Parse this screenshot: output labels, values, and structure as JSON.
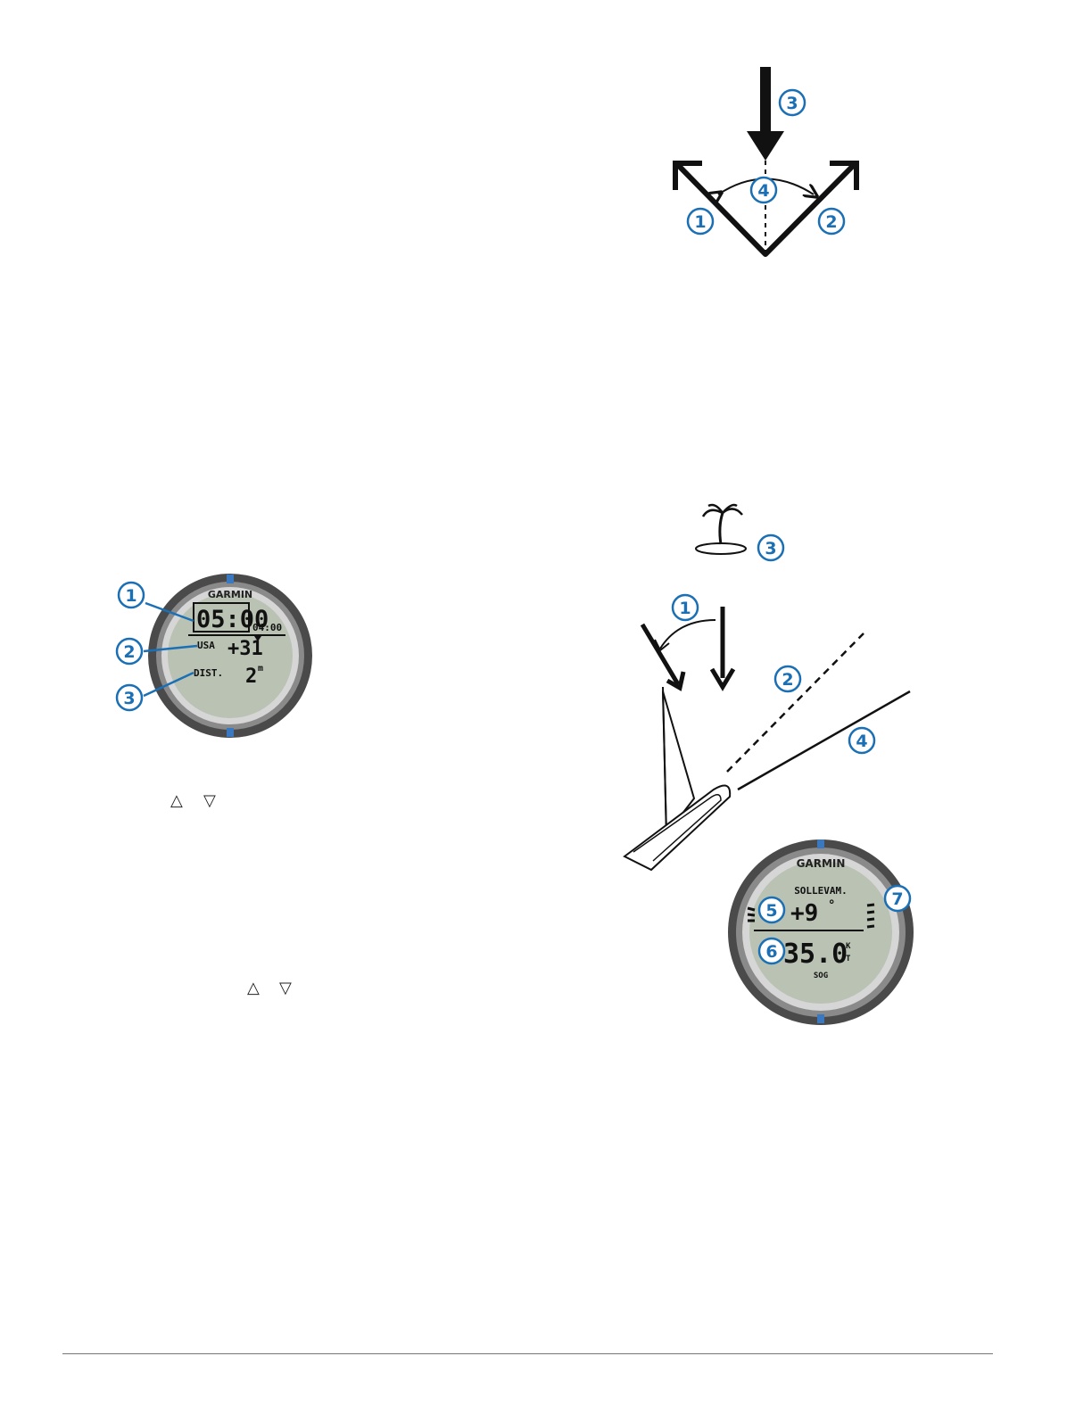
{
  "tack_diagram": {
    "callouts": [
      "1",
      "2",
      "3",
      "4"
    ]
  },
  "watch_main": {
    "brand": "GARMIN",
    "time_big": "05:00",
    "time_small": "04:00",
    "region": "USA",
    "offset": "+31",
    "dist_label": "DIST.",
    "dist_value": "2",
    "dist_unit": "m",
    "callouts": [
      "1",
      "2",
      "3"
    ]
  },
  "inline_arrows": {
    "up": "△",
    "down": "▽"
  },
  "sailing_diagram": {
    "callouts": [
      "1",
      "2",
      "3",
      "4",
      "5",
      "6",
      "7"
    ]
  },
  "watch_sail": {
    "brand": "GARMIN",
    "title": "SOLLEVAM.",
    "angle": "+9",
    "angle_unit": "°",
    "speed": "35.0",
    "speed_unit_top": "K",
    "speed_unit_bottom": "T",
    "speed_label": "SOG"
  },
  "colors": {
    "callout_blue": "#1a6fb5",
    "lcd_bg": "#b9c2b3",
    "bezel_dark": "#4a4a4a",
    "bezel_light": "#d6d6d6"
  }
}
